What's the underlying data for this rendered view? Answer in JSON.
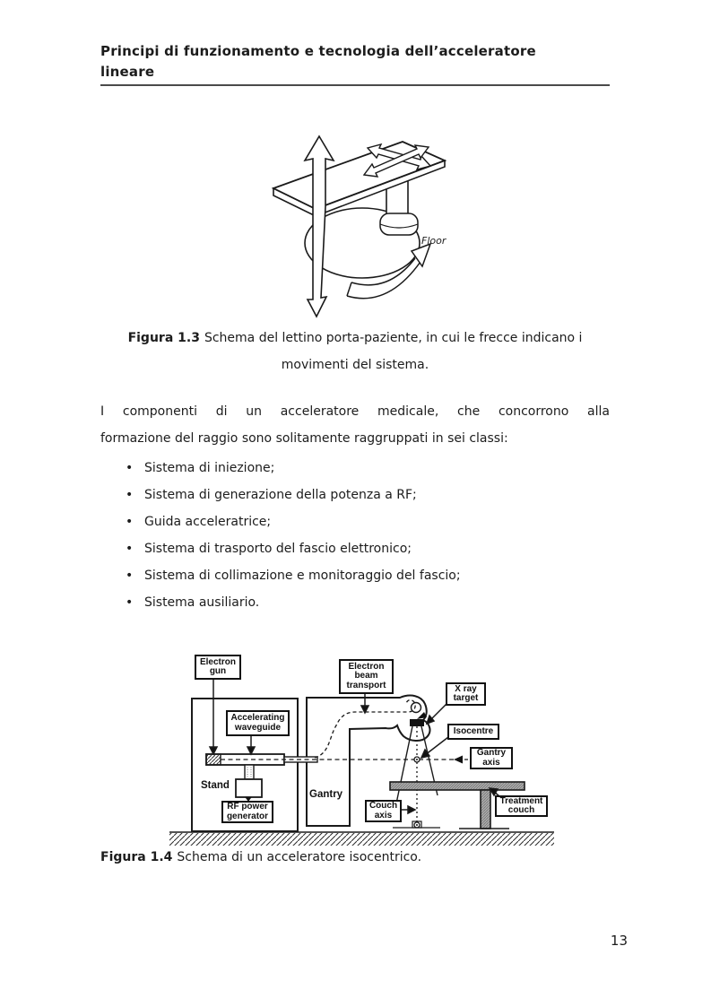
{
  "colors": {
    "paper": "#ffffff",
    "ink": "#1c1c1c",
    "line": "#1a1a1a",
    "underline": "#4a4a4a",
    "couch_gray": "#ababab"
  },
  "header": {
    "line1": "Principi di funzionamento e tecnologia dell’acceleratore",
    "line2": "lineare"
  },
  "figure_couch": {
    "caption_label": "Figura 1.3",
    "caption_line1": "Schema del lettino porta-paziente, in cui le frecce indicano i",
    "caption_line2": "movimenti del sistema.",
    "floor_label": "Floor"
  },
  "body": {
    "paragraph_line1": "I componenti  di un acceleratore medicale, che concorrono alla",
    "paragraph_line2": "formazione del raggio sono solitamente raggruppati in sei classi:",
    "bullet": "•",
    "list": [
      "Sistema di iniezione;",
      "Sistema di generazione della potenza a RF;",
      "Guida acceleratrice;",
      "Sistema di trasporto del fascio elettronico;",
      "Sistema di collimazione e monitoraggio del fascio;",
      "Sistema ausiliario."
    ]
  },
  "figure_linac": {
    "caption_label": "Figura 1.4",
    "caption_text": "Schema di un acceleratore isocentrico.",
    "labels": {
      "electron_gun": "Electron\ngun",
      "accelerating_waveguide": "Accelerating\nwaveguide",
      "electron_beam_transport": "Electron\nbeam\ntransport",
      "x_ray_target": "X ray\ntarget",
      "isocentre": "Isocentre",
      "gantry_axis": "Gantry\naxis",
      "stand": "Stand",
      "gantry": "Gantry",
      "rf_power_generator": "RF power\ngenerator",
      "couch_axis": "Couch\naxis",
      "treatment_couch": "Treatment\ncouch"
    }
  },
  "footer": {
    "page_number": "13"
  }
}
